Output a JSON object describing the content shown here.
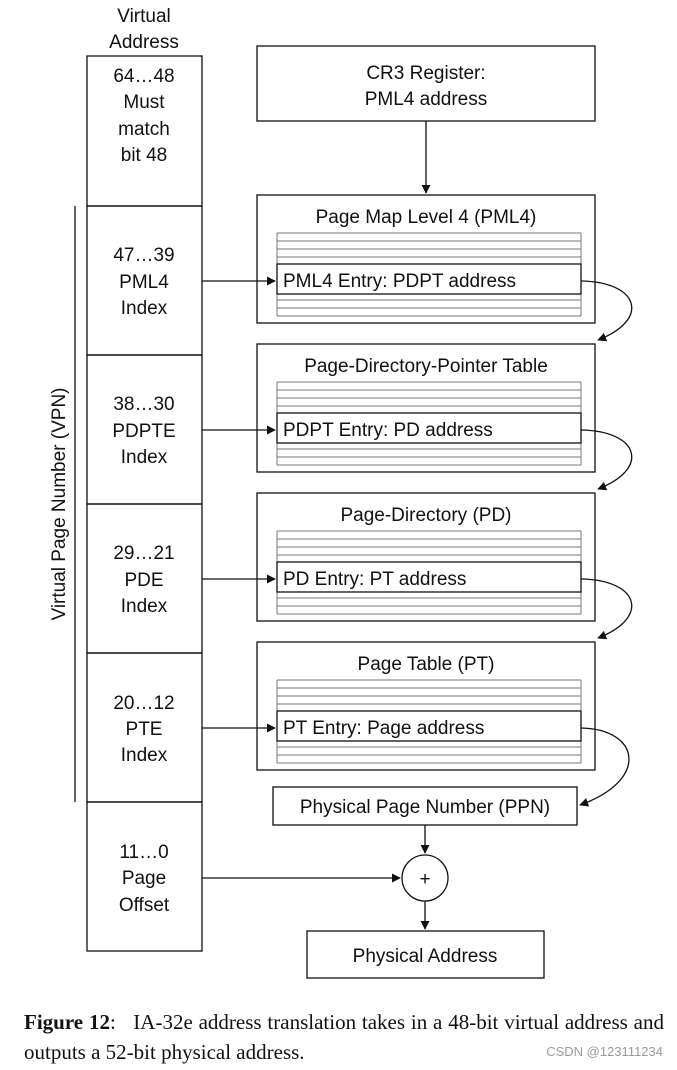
{
  "virtual_address": {
    "header": [
      "Virtual",
      "Address"
    ],
    "cells": [
      {
        "lines": [
          "64…48",
          "Must",
          "match",
          "bit 48"
        ]
      },
      {
        "lines": [
          "47…39",
          "PML4",
          "Index"
        ]
      },
      {
        "lines": [
          "38…30",
          "PDPTE",
          "Index"
        ]
      },
      {
        "lines": [
          "29…21",
          "PDE",
          "Index"
        ]
      },
      {
        "lines": [
          "20…12",
          "PTE",
          "Index"
        ]
      },
      {
        "lines": [
          "11…0",
          "Page",
          "Offset"
        ]
      }
    ],
    "vpn_label": "Virtual Page Number (VPN)"
  },
  "cr3": {
    "lines": [
      "CR3 Register:",
      "PML4 address"
    ]
  },
  "tables": [
    {
      "title": "Page Map Level 4 (PML4)",
      "entry": "PML4 Entry: PDPT address"
    },
    {
      "title": "Page-Directory-Pointer Table",
      "entry": "PDPT Entry: PD address"
    },
    {
      "title": "Page-Directory (PD)",
      "entry": "PD Entry: PT address"
    },
    {
      "title": "Page Table (PT)",
      "entry": "PT Entry: Page address"
    }
  ],
  "ppn": "Physical Page Number (PPN)",
  "adder_symbol": "+",
  "physical_address": "Physical Address",
  "caption": {
    "label": "Figure 12",
    "text": "IA-32e address translation takes in a 48-bit virtual address and outputs a 52-bit physical address."
  },
  "watermark": "CSDN @123111234"
}
